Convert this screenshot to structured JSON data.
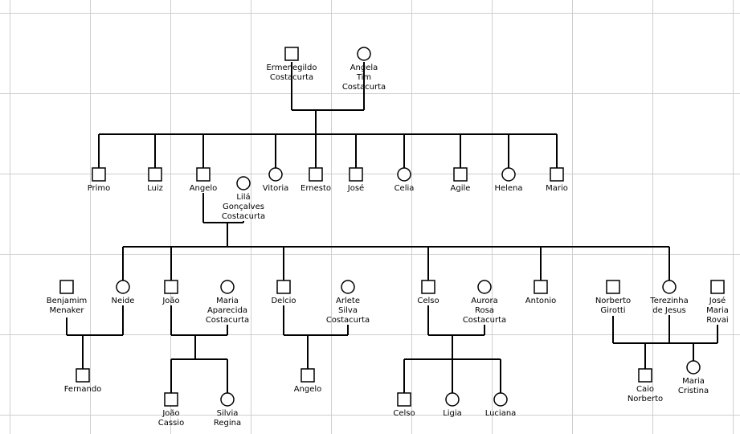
{
  "diagram": {
    "type": "genogram",
    "people": {
      "ermenegildo": {
        "name": "Ermenegildo\nCostacurta",
        "sex": "male"
      },
      "angela": {
        "name": "Angela\nTim\nCostacurta",
        "sex": "female"
      },
      "primo": {
        "name": "Primo",
        "sex": "male"
      },
      "luiz": {
        "name": "Luiz",
        "sex": "male"
      },
      "angelo_sr": {
        "name": "Angelo",
        "sex": "male"
      },
      "lila": {
        "name": "Lilá\nGonçalves\nCostacurta",
        "sex": "female"
      },
      "vitoria": {
        "name": "Vitoria",
        "sex": "female"
      },
      "ernesto": {
        "name": "Ernesto",
        "sex": "male"
      },
      "jose1": {
        "name": "José",
        "sex": "male"
      },
      "celia": {
        "name": "Celia",
        "sex": "female"
      },
      "agile": {
        "name": "Agile",
        "sex": "male"
      },
      "helena": {
        "name": "Helena",
        "sex": "female"
      },
      "mario": {
        "name": "Mario",
        "sex": "male"
      },
      "benjamim": {
        "name": "Benjamim\nMenaker",
        "sex": "male"
      },
      "neide": {
        "name": "Neide",
        "sex": "female"
      },
      "joao": {
        "name": "João",
        "sex": "male"
      },
      "maria_ap": {
        "name": "Maria\nAparecida\nCostacurta",
        "sex": "female"
      },
      "delcio": {
        "name": "Delcio",
        "sex": "male"
      },
      "arlete": {
        "name": "Arlete\nSilva\nCostacurta",
        "sex": "female"
      },
      "celso_sr": {
        "name": "Celso",
        "sex": "male"
      },
      "aurora": {
        "name": "Aurora\nRosa\nCostacurta",
        "sex": "female"
      },
      "antonio": {
        "name": "Antonio",
        "sex": "male"
      },
      "norberto": {
        "name": "Norberto\nGirotti",
        "sex": "male"
      },
      "terezinha": {
        "name": "Terezinha\nde Jesus",
        "sex": "female"
      },
      "jose_maria": {
        "name": "José\nMaria\nRovai",
        "sex": "male"
      },
      "fernando": {
        "name": "Fernando",
        "sex": "male"
      },
      "joao_cassio": {
        "name": "João\nCassio",
        "sex": "male"
      },
      "silvia": {
        "name": "Silvia\nRegina",
        "sex": "female"
      },
      "angelo_jr": {
        "name": "Angelo",
        "sex": "male"
      },
      "celso_jr": {
        "name": "Celso",
        "sex": "male"
      },
      "ligia": {
        "name": "Ligia",
        "sex": "female"
      },
      "luciana": {
        "name": "Luciana",
        "sex": "female"
      },
      "caio": {
        "name": "Caio\nNorberto",
        "sex": "male"
      },
      "maria_cristina": {
        "name": "Maria\nCristina",
        "sex": "female"
      }
    },
    "unions": [
      {
        "id": "u1",
        "partners": [
          "ermenegildo",
          "angela"
        ],
        "children": [
          "primo",
          "luiz",
          "angelo_sr",
          "vitoria",
          "ernesto",
          "jose1",
          "celia",
          "agile",
          "helena",
          "mario"
        ]
      },
      {
        "id": "u2",
        "partners": [
          "angelo_sr",
          "lila"
        ],
        "children": [
          "neide",
          "joao",
          "delcio",
          "celso_sr",
          "antonio",
          "terezinha"
        ]
      },
      {
        "id": "u3",
        "partners": [
          "benjamim",
          "neide"
        ],
        "children": [
          "fernando"
        ]
      },
      {
        "id": "u4",
        "partners": [
          "joao",
          "maria_ap"
        ],
        "children": [
          "joao_cassio",
          "silvia"
        ]
      },
      {
        "id": "u5",
        "partners": [
          "delcio",
          "arlete"
        ],
        "children": [
          "angelo_jr"
        ]
      },
      {
        "id": "u6",
        "partners": [
          "celso_sr",
          "aurora"
        ],
        "children": [
          "celso_jr",
          "ligia",
          "luciana"
        ]
      },
      {
        "id": "u7",
        "partners": [
          "norberto",
          "terezinha",
          "jose_maria"
        ],
        "children": [
          "caio",
          "maria_cristina"
        ]
      }
    ]
  }
}
